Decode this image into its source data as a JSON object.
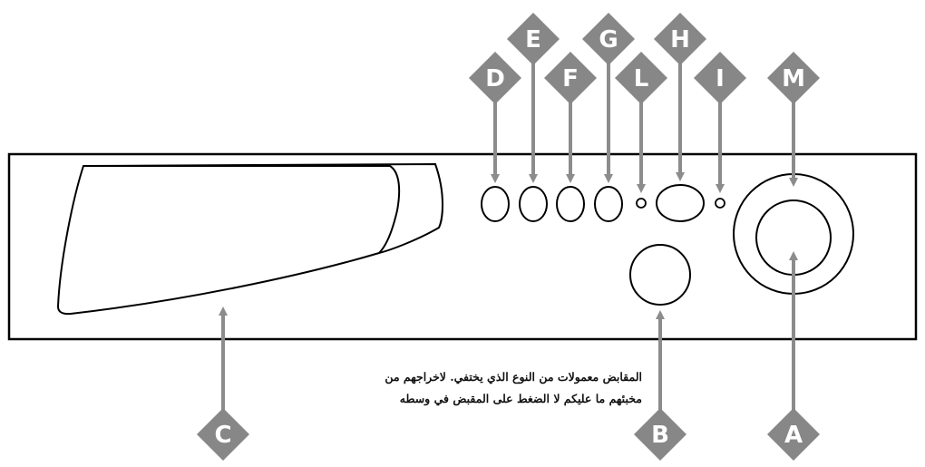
{
  "colors": {
    "badge": "#878787",
    "arrow": "#8c8c8c",
    "outline": "#000000",
    "label_text": "#ffffff"
  },
  "labels": {
    "A": "A",
    "B": "B",
    "C": "C",
    "D": "D",
    "E": "E",
    "F": "F",
    "G": "G",
    "H": "H",
    "I": "I",
    "L": "L",
    "M": "M"
  },
  "note": {
    "line1": "المقابض معمولات من النوع الذي يختفي. لاخراجهم من",
    "line2": "مخبئهم ما عليكم لا الضغط على المقبض في وسطه"
  }
}
